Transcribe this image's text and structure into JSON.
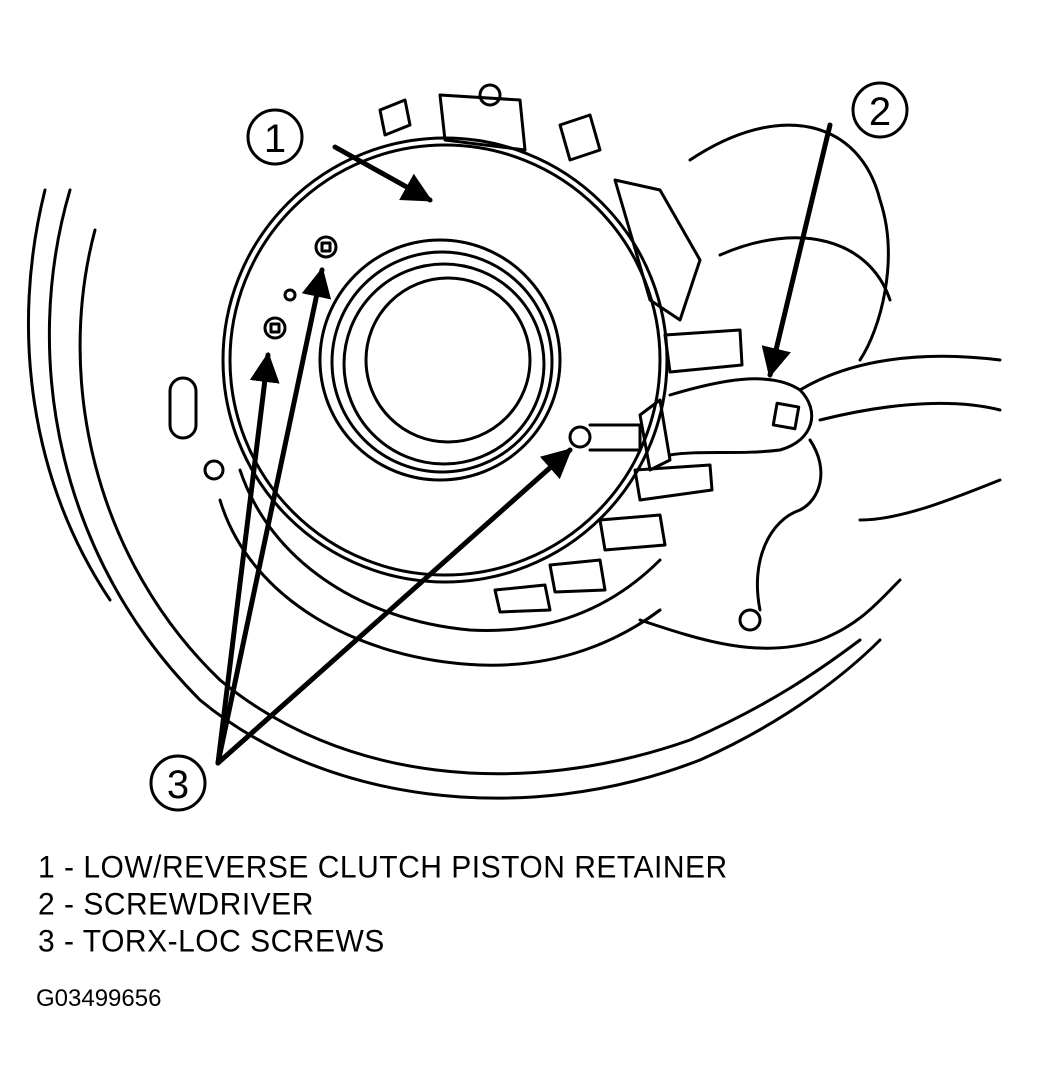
{
  "diagram": {
    "callouts": [
      {
        "number": "1",
        "target": "low-reverse-clutch-piston-retainer"
      },
      {
        "number": "2",
        "target": "screwdriver"
      },
      {
        "number": "3",
        "target": "torx-loc-screws"
      }
    ]
  },
  "legend": {
    "items": [
      {
        "text": "1 - LOW/REVERSE CLUTCH PISTON RETAINER"
      },
      {
        "text": "2 - SCREWDRIVER"
      },
      {
        "text": "3 - TORX-LOC SCREWS"
      }
    ]
  },
  "figure_id": "G03499656",
  "colors": {
    "ink": "#000000",
    "paper": "#ffffff"
  }
}
